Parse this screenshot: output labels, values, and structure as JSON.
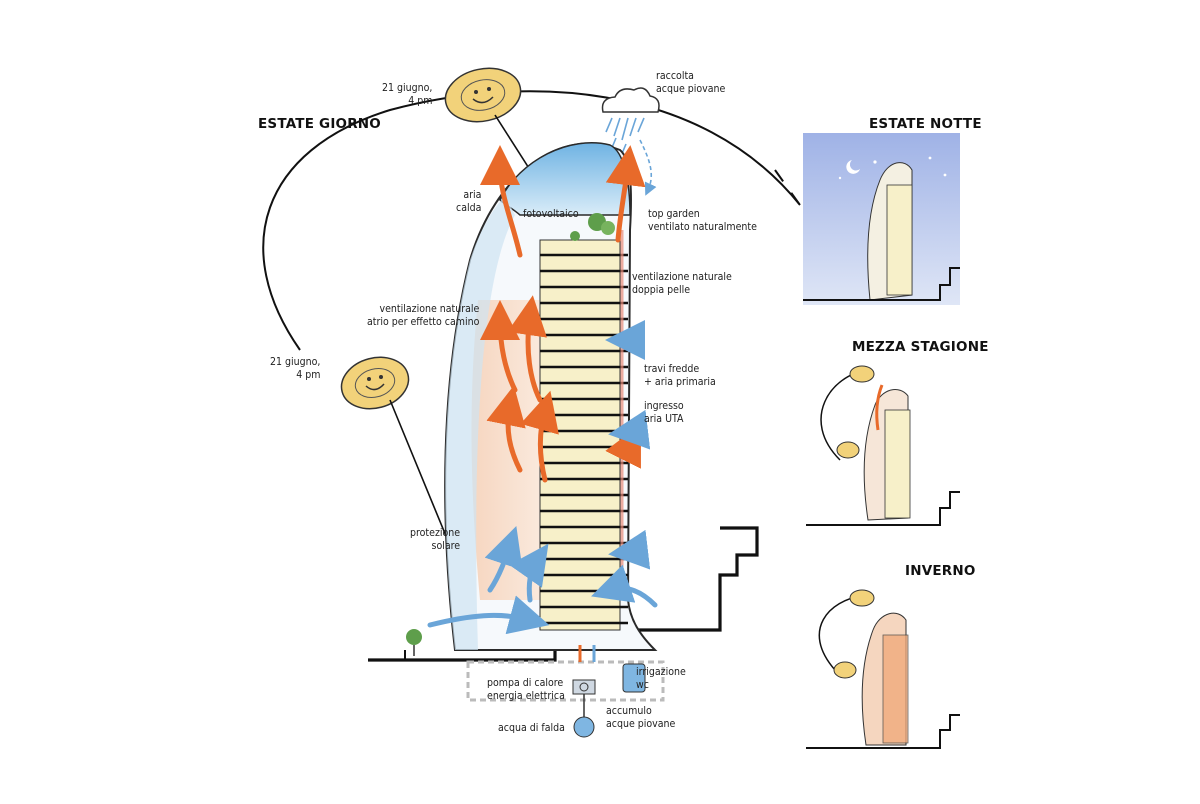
{
  "titles": {
    "summer_day": "ESTATE GIORNO",
    "summer_night": "ESTATE NOTTE",
    "mid_season": "MEZZA STAGIONE",
    "winter": "INVERNO"
  },
  "labels": {
    "sun_high": "21 giugno,\n4 pm",
    "sun_low": "21 giugno,\n4 pm",
    "rain": "raccolta\nacque piovane",
    "hot_air": "aria\ncalda",
    "pv": "fotovoltaico",
    "top_garden": "top garden\nventilato naturalmente",
    "double_skin": "ventilazione naturale\ndoppia pelle",
    "atrium": "ventilazione naturale\natrio per effetto camino",
    "chilled_beams": "travi fredde\n+ aria primaria",
    "ahu_intake": "ingresso\naria UTA",
    "solar_protection": "protezione\nsolare",
    "heat_pump": "pompa di calore\nenergia elettrica",
    "irrigation": "irrigazione\nwc",
    "storage": "accumulo\nacque piovane",
    "groundwater": "acqua di falda"
  },
  "colors": {
    "sun": "#f2d27a",
    "sky_night": "#b9c8ea",
    "glass": "#8ec3e8",
    "warm_arrow": "#e86a2a",
    "cool_arrow": "#6aa5d8",
    "warm_zone": "#f3c2a4",
    "ink": "#1a1a1a"
  },
  "icons": [
    "sun-face-icon",
    "cloud-rain-icon",
    "moon-icon",
    "tree-icon",
    "heat-pump-icon",
    "water-tank-icon",
    "well-icon"
  ]
}
